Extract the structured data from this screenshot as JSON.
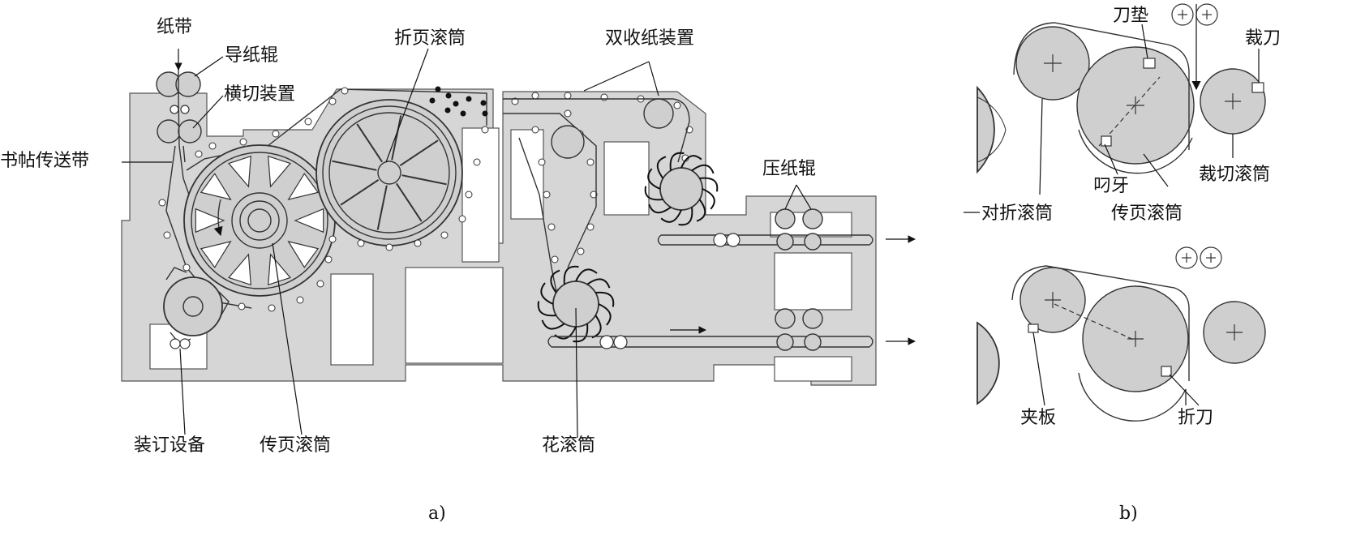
{
  "panel_a": {
    "caption": "a)",
    "labels": {
      "paper_web": "纸带",
      "guide_roller": "导纸辊",
      "cross_cutter": "横切装置",
      "signature_belt": "书帖传送带",
      "folding_cylinder": "折页滚筒",
      "double_delivery": "双收纸装置",
      "pressure_roller": "压纸辊",
      "binding_device": "装订设备",
      "transfer_cylinder": "传页滚筒",
      "fan_wheel": "花滚筒"
    }
  },
  "panel_b": {
    "caption": "b)",
    "labels": {
      "knife_pad": "刀垫",
      "cutting_knife": "裁刀",
      "gripper": "叼牙",
      "cutting_cylinder": "裁切滚筒",
      "jaw_folding_cylinder": "对折滚筒",
      "transfer_cylinder": "传页滚筒",
      "clamp_plate": "夹板",
      "folding_blade": "折刀"
    }
  }
}
